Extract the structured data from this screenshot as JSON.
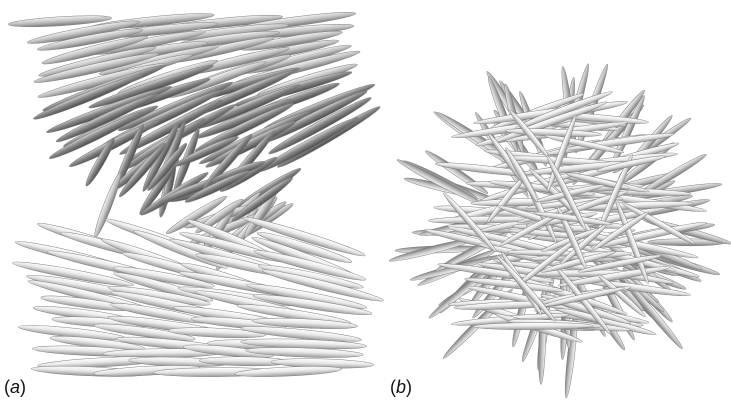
{
  "figure": {
    "panels": [
      {
        "id": "a",
        "caption_open": "(",
        "caption_letter": "a",
        "caption_close": ")"
      },
      {
        "id": "b",
        "caption_open": "(",
        "caption_letter": "b",
        "caption_close": ")"
      }
    ],
    "colors": {
      "background": "#ffffff",
      "rod_light": "#f2f2f2",
      "rod_mid": "#c8c8c8",
      "rod_dark": "#7a7a7a",
      "rod_darkest": "#5c5c5c",
      "rod_outline": "#8a8a8a"
    }
  }
}
